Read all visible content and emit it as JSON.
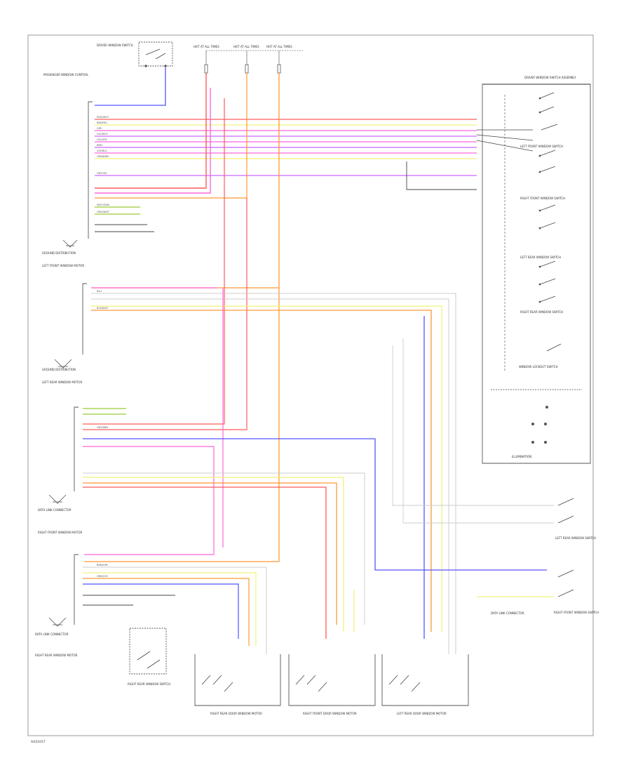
{
  "diagram": {
    "footer_code": "AA21017",
    "colors": {
      "red": "#ff5a5a",
      "pink": "#ff66d9",
      "violet": "#cc66ff",
      "orange": "#ff9933",
      "blue": "#5555ff",
      "yellow": "#f2f27a",
      "green": "#99cc33",
      "gray": "#bdbdbd",
      "wire_gray": "#cccccc",
      "black": "#444444"
    },
    "top_fuses": [
      {
        "label": "HOT AT ALL TIMES"
      },
      {
        "label": "HOT AT ALL TIMES"
      },
      {
        "label": "HOT AT ALL TIMES"
      }
    ],
    "components": {
      "driver_window_switch": "DRIVER WINDOW SWITCH",
      "module_top_left": "PASSENGER WINDOW CONTROL",
      "master_switch": "DRIVER WINDOW SWITCH ASSEMBLY",
      "front_left_module": "LEFT FRONT WINDOW MOTOR",
      "rear_left_module": "LEFT REAR WINDOW MOTOR",
      "front_pass_module": "RIGHT FRONT WINDOW MOTOR",
      "rear_right_module": "RIGHT REAR WINDOW MOTOR",
      "right_rear_switch": "RIGHT REAR WINDOW SWITCH",
      "motor_1": "RIGHT REAR DOOR WINDOW MOTOR",
      "motor_2": "RIGHT FRONT DOOR WINDOW MOTOR",
      "motor_3": "LEFT REAR DOOR WINDOW MOTOR",
      "left_rear_switch": "LEFT REAR WINDOW SWITCH",
      "right_front_switch": "RIGHT FRONT WINDOW SWITCH",
      "ground_1": "GROUND DISTRIBUTION",
      "ground_2": "GROUND DISTRIBUTION",
      "ground_3": "DATA LINK CONNECTOR",
      "ground_4": "DATA LINK CONNECTOR",
      "ground_5": "DATA LINK CONNECTOR"
    },
    "switch_sections": [
      "LEFT FRONT WINDOW SWITCH",
      "RIGHT FRONT WINDOW SWITCH",
      "LEFT REAR WINDOW SWITCH",
      "RIGHT REAR WINDOW SWITCH",
      "WINDOW LOCKOUT SWITCH"
    ],
    "illumination": "ILLUMINATION",
    "wire_tags": [
      "RED/WHT",
      "BRN/YEL",
      "GRY",
      "VIO/WHT",
      "VIO/GRY",
      "BRN",
      "VIO/BLU",
      "GRN/BRN",
      "GRY/YEL",
      "WHT/GRN",
      "ORG/WHT",
      "BLU",
      "BLK/WHT",
      "GRY/BRN",
      "BRN/GRY",
      "GRN/VIO"
    ]
  }
}
